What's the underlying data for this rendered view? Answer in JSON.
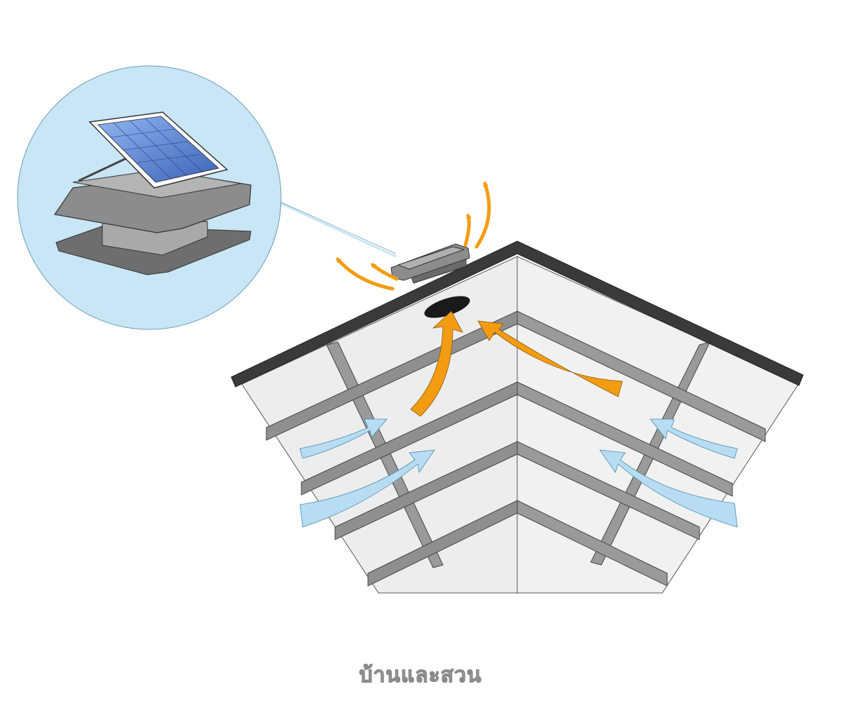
{
  "watermark": {
    "text": "บ้านและสวน"
  },
  "colors": {
    "inset_circle": "#c8e6f5",
    "roof_edge": "#3a3a3a",
    "wall": "#ececec",
    "purlin": "#8f8f8f",
    "hot_air_arrow": "#f39c12",
    "cool_air_arrow": "#b8ddf3",
    "solar_panel": "#5b7fd0",
    "ventilator_body": "#8c8c8c"
  },
  "elements": {
    "inset": "solar-powered-roof-ventilator",
    "hot_air": "exhaust-through-ridge-vent",
    "cool_air": "intake-from-eaves"
  }
}
